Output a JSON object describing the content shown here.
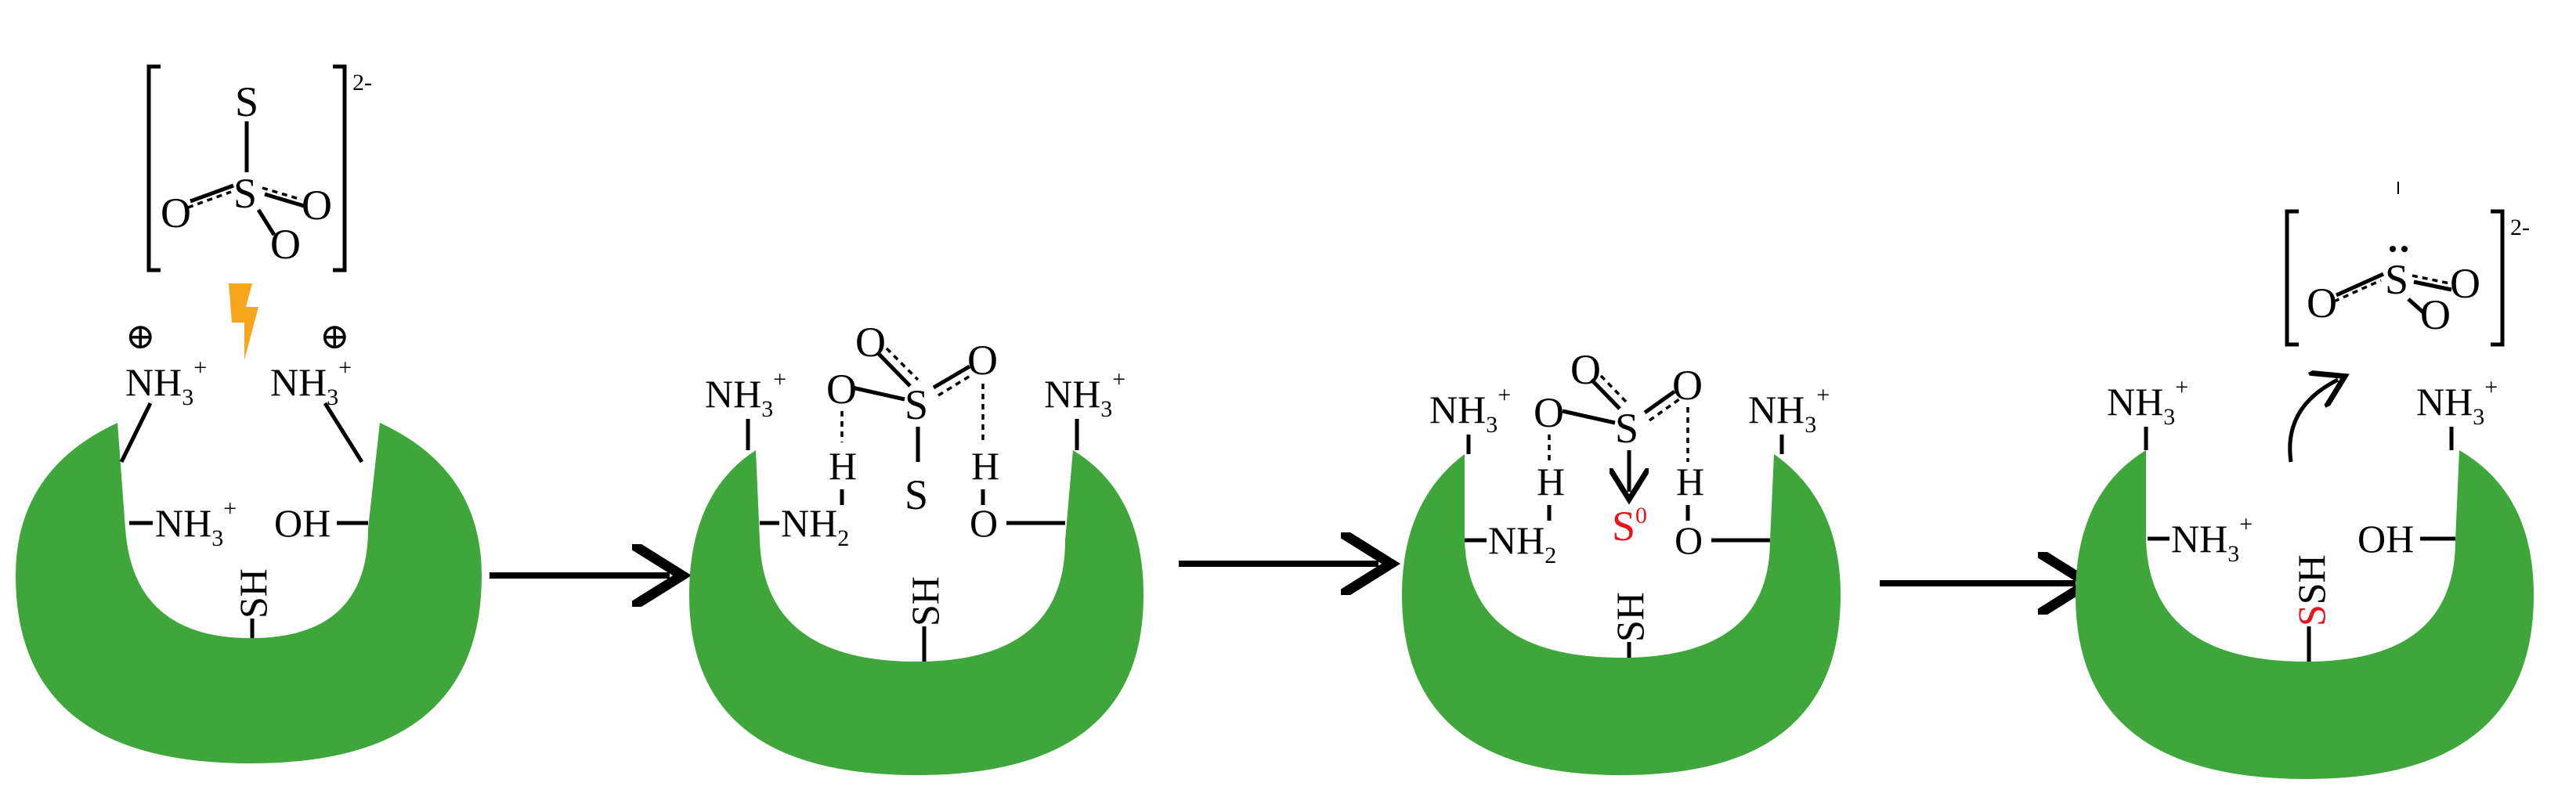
{
  "colors": {
    "enzyme": "#3ea63a",
    "bolt": "#f7a51c",
    "sulfur_red": "#e8141c"
  },
  "thiosulfate": {
    "charge": "2-",
    "atom_S": "S",
    "atom_O": "O",
    "central": "S"
  },
  "sulfite": {
    "charge": "2-",
    "atom_O": "O",
    "central": "S"
  },
  "labels": {
    "nh3": "NH",
    "sub3": "3",
    "plus": "+",
    "oh": "OH",
    "sh": "SH",
    "h": "H",
    "o": "O",
    "nh2": "NH",
    "sub2": "2",
    "s0": "S",
    "s0_sup": "0",
    "ss_s": "S",
    "ss_sh": "SH"
  },
  "icons": {
    "charge_symbol": "⊕",
    "bolt": "lightning-bolt-icon"
  }
}
